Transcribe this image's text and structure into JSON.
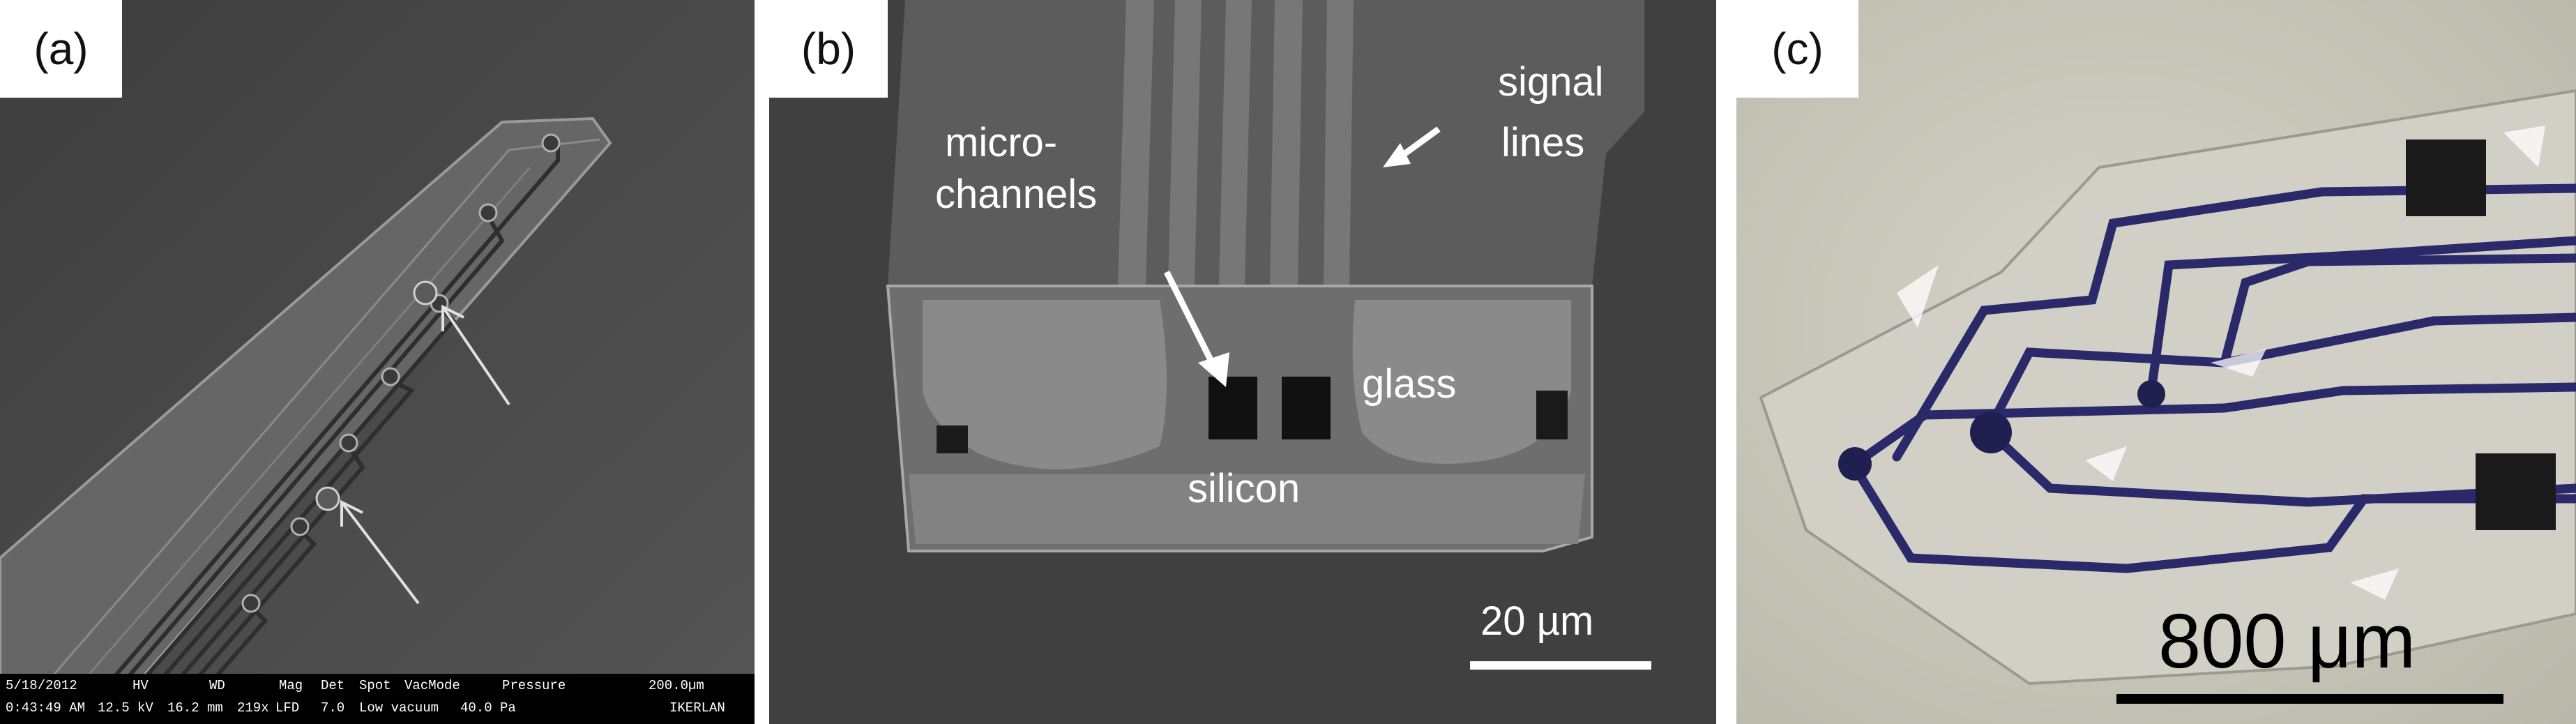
{
  "panels": [
    {
      "label": "(a)",
      "sem_databar": {
        "row1": [
          "5/18/2012",
          "HV",
          "WD",
          "Mag",
          "Det",
          "Spot",
          "VacMode",
          "Pressure",
          "200.0µm"
        ],
        "row2": [
          "0:43:49 AM",
          "12.5 kV",
          "16.2 mm",
          "219x",
          "LFD",
          "7.0",
          "Low vacuum",
          "40.0 Pa",
          "IKERLAN"
        ]
      }
    },
    {
      "label": "(b)",
      "annotations": {
        "micro": "micro-",
        "channels": "channels",
        "signal": "signal",
        "lines": "lines",
        "glass": "glass",
        "silicon": "silicon"
      },
      "scale_bar": "20 µm"
    },
    {
      "label": "(c)",
      "scale_bar": "800 μm"
    }
  ],
  "colors": {
    "sem_background": "#4a4a4a",
    "photo_background": "#c9c7ba",
    "trace": "#2a2a6a"
  }
}
